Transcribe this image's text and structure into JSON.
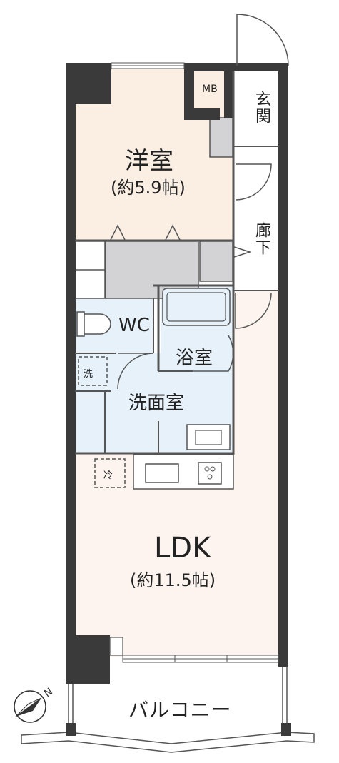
{
  "rooms": {
    "youshitsu": {
      "name": "洋室",
      "size": "(約5.9帖)"
    },
    "genkan": {
      "name": "玄関"
    },
    "rouka": {
      "name": "廊下"
    },
    "mb": {
      "name": "MB"
    },
    "wc": {
      "name": "WC"
    },
    "yokushitsu": {
      "name": "浴室"
    },
    "senmenshitsu": {
      "name": "洗面室"
    },
    "ldk": {
      "name": "LDK",
      "size": "(約11.5帖)"
    },
    "balcony": {
      "name": "バルコニー"
    }
  },
  "fixtures": {
    "washer": "洗",
    "fridge": "冷"
  },
  "compass": {
    "north_label": "N"
  },
  "colors": {
    "wall": "#3a3a3a",
    "youshitsu_floor": "#fbeee3",
    "ldk_floor": "#fdf4ef",
    "wet_floor": "#e6f1fa",
    "storage": "#d3d3d6"
  }
}
